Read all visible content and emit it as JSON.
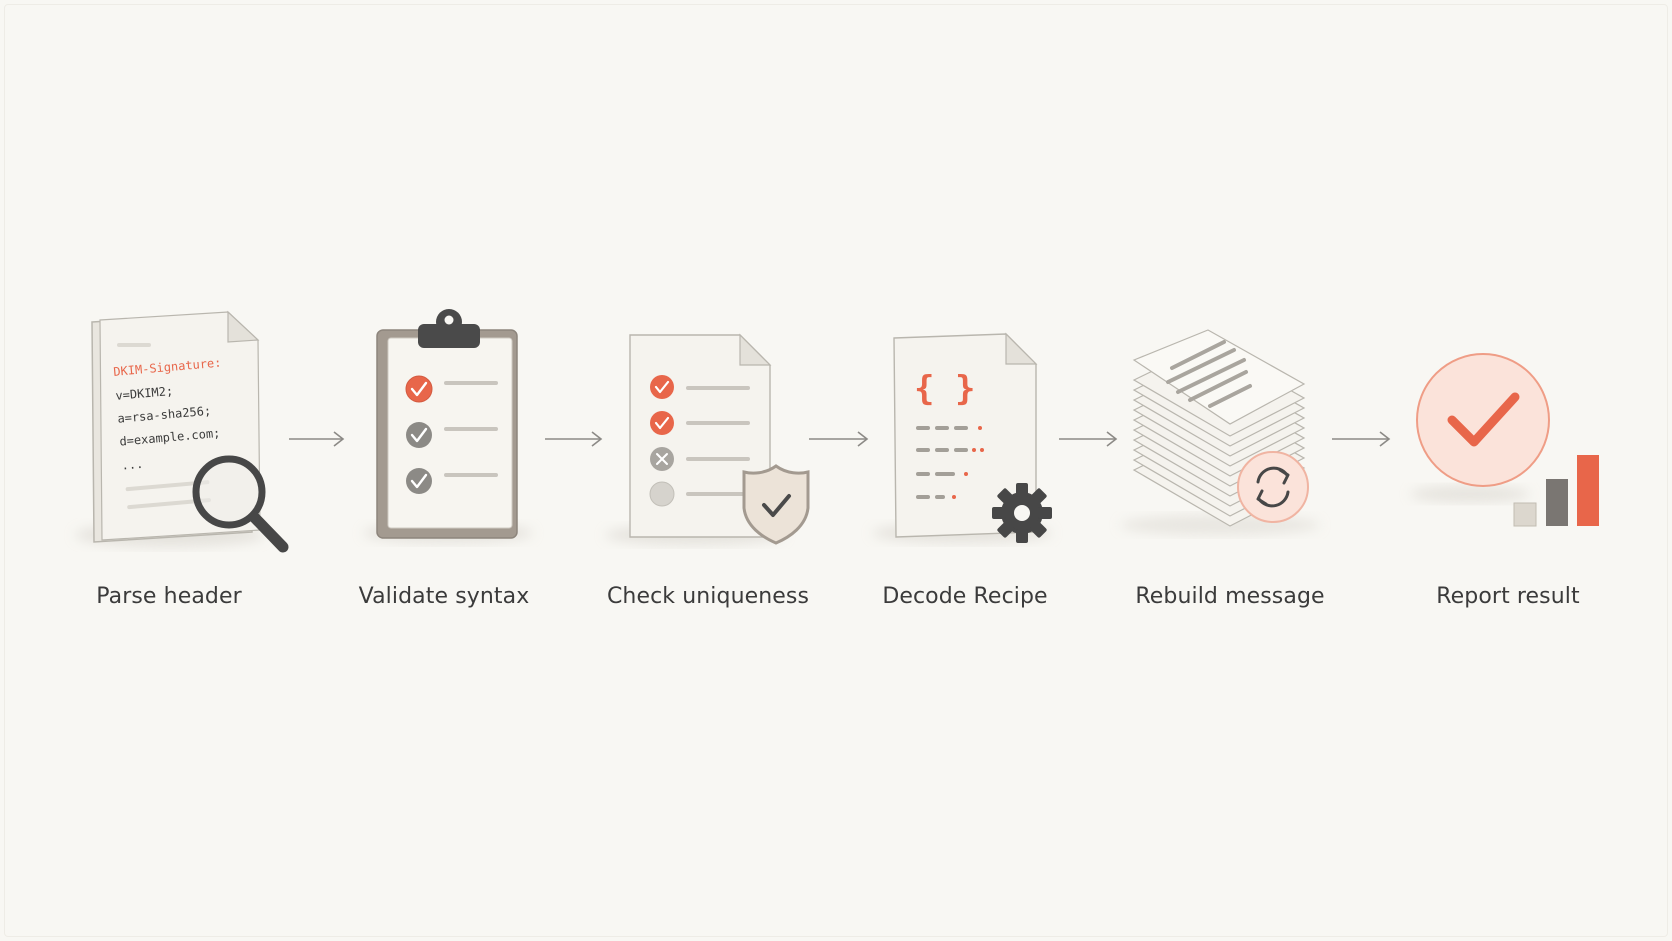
{
  "steps": [
    {
      "label": "Parse header",
      "icon": "document-with-magnifier-icon"
    },
    {
      "label": "Validate syntax",
      "icon": "clipboard-checklist-icon"
    },
    {
      "label": "Check uniqueness",
      "icon": "document-with-shield-icon"
    },
    {
      "label": "Decode Recipe",
      "icon": "code-document-with-gear-icon"
    },
    {
      "label": "Rebuild message",
      "icon": "stacked-pages-with-refresh-icon"
    },
    {
      "label": "Report result",
      "icon": "checkmark-with-bar-chart-icon"
    }
  ],
  "header_doc": {
    "lines": [
      "DKIM-Signature:",
      "v=DKIM2;",
      "a=rsa-sha256;",
      "d=example.com;",
      "..."
    ]
  },
  "code_doc": {
    "braces": "{ }"
  },
  "colors": {
    "background": "#f8f7f3",
    "accent": "#e8664a",
    "accent_light": "#fbe3da",
    "dark_gray": "#555555",
    "mid_gray": "#8c8a86",
    "paper": "#f4f2ed",
    "text": "#3b3b3b"
  }
}
